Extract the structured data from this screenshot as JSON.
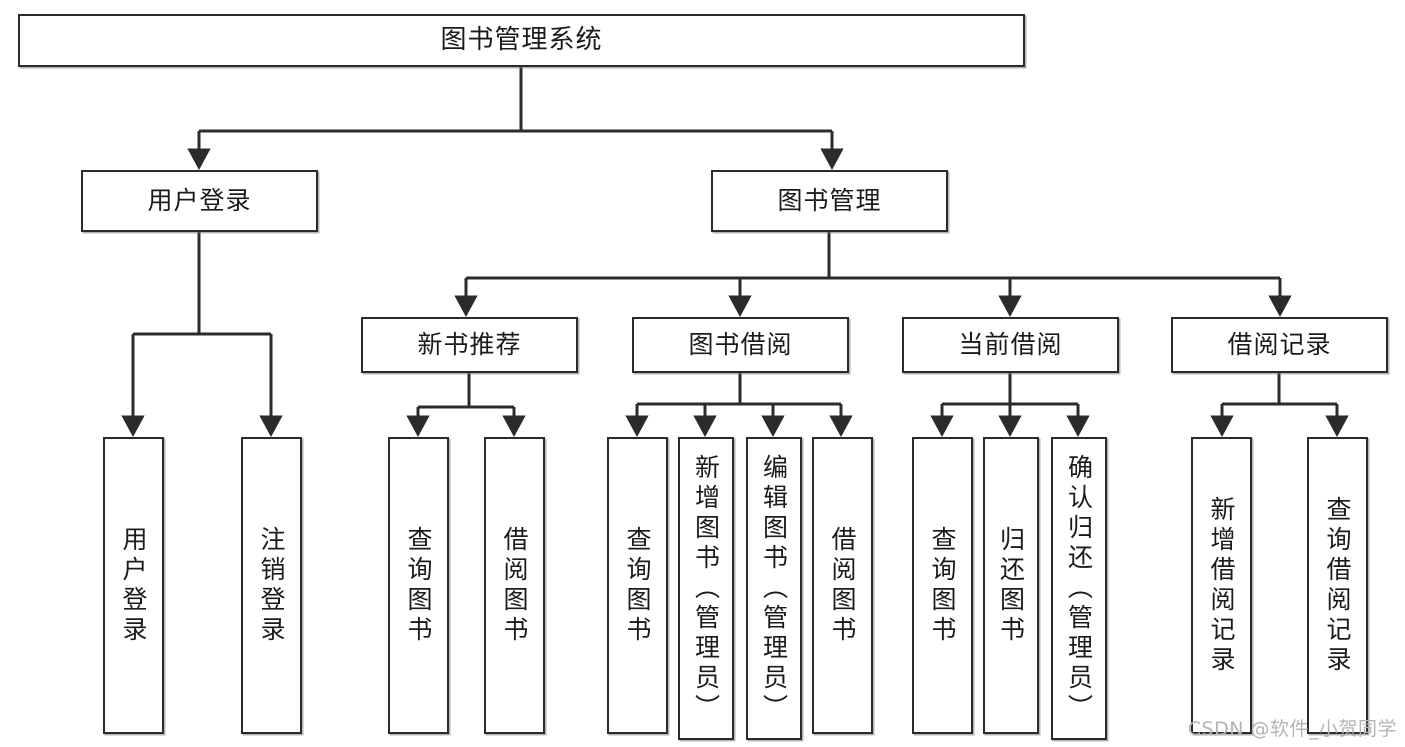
{
  "diagram": {
    "type": "tree-hierarchy-chart",
    "title": "图书管理系统",
    "watermark": "CSDN @软件_小贺同学",
    "colors": {
      "box_border": "#2b2b2b",
      "box_fill": "#ffffff",
      "connector": "#2b2b2b",
      "text": "#1b1b1b",
      "watermark": "#b4b4b4",
      "background": "#ffffff"
    },
    "root": {
      "label": "图书管理系统"
    },
    "level2": [
      {
        "label": "用户登录"
      },
      {
        "label": "图书管理"
      }
    ],
    "level3": [
      {
        "label": "新书推荐"
      },
      {
        "label": "图书借阅"
      },
      {
        "label": "当前借阅"
      },
      {
        "label": "借阅记录"
      }
    ],
    "leaves": {
      "user_login": [
        {
          "label": "用户登录"
        },
        {
          "label": "注销登录"
        }
      ],
      "new_book_recommend": [
        {
          "label": "查询图书"
        },
        {
          "label": "借阅图书"
        }
      ],
      "book_borrow": [
        {
          "label": "查询图书"
        },
        {
          "label": "新增图书（管理员）"
        },
        {
          "label": "编辑图书（管理员）"
        },
        {
          "label": "借阅图书"
        }
      ],
      "current_borrow": [
        {
          "label": "查询图书"
        },
        {
          "label": "归还图书"
        },
        {
          "label": "确认归还（管理员）"
        }
      ],
      "borrow_record": [
        {
          "label": "新增借阅记录"
        },
        {
          "label": "查询借阅记录"
        }
      ]
    }
  }
}
